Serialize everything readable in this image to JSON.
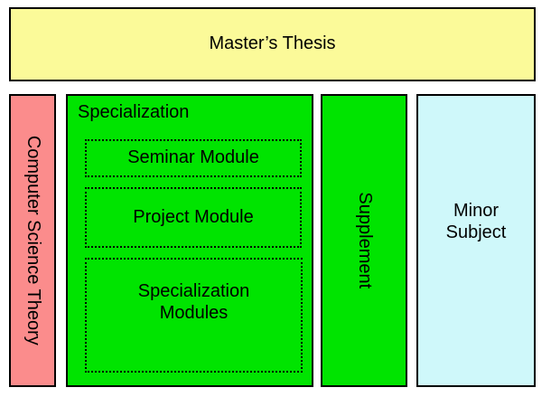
{
  "diagram": {
    "title_box": {
      "label": "Master’s Thesis"
    },
    "left_bar": {
      "label": "Computer Science Theory"
    },
    "specialization": {
      "label": "Specialization",
      "modules": [
        {
          "label": "Seminar Module"
        },
        {
          "label": "Project Module"
        },
        {
          "label": "Specialization Modules"
        }
      ]
    },
    "supplement_bar": {
      "label": "Supplement"
    },
    "minor_box": {
      "label": "Minor Subject"
    }
  },
  "colors": {
    "thesis_yellow": "#FBFA99",
    "theory_pink": "#FB8C8C",
    "specialization_green": "#00E400",
    "supplement_green": "#00E400",
    "minor_cyan": "#CFF8FA",
    "border_black": "#000000",
    "background_white": "#FFFFFF"
  }
}
